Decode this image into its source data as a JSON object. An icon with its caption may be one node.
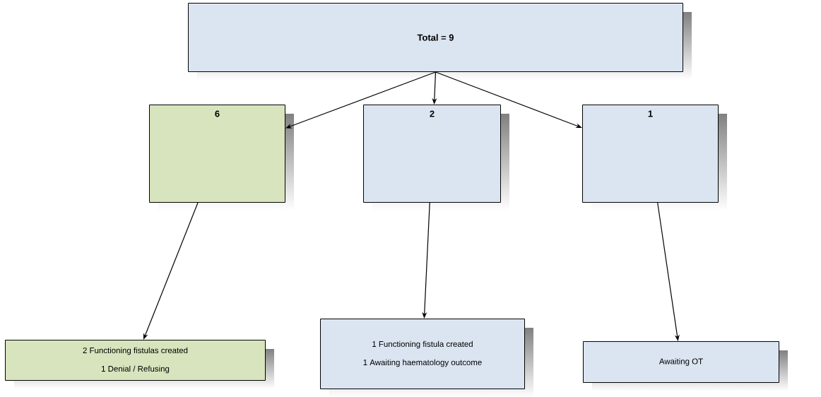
{
  "diagram": {
    "nodes": [
      {
        "text": [
          "Total = 9"
        ]
      },
      {
        "text": [
          "6"
        ]
      },
      {
        "text": [
          "2"
        ]
      },
      {
        "text": [
          "1"
        ]
      },
      {
        "text": [
          "2 Functioning fistulas created",
          "1 Denial / Refusing"
        ]
      },
      {
        "text": [
          "1 Functioning fistula created",
          "1 Awaiting haematology outcome"
        ]
      },
      {
        "text": [
          "Awaiting OT"
        ]
      }
    ],
    "edges": [
      {
        "from": 0,
        "to": 1,
        "arrow": "to"
      },
      {
        "from": 0,
        "to": 2,
        "arrow": "to"
      },
      {
        "from": 0,
        "to": 3,
        "arrow": "to"
      },
      {
        "from": 1,
        "to": 4,
        "arrow": "to"
      },
      {
        "from": 2,
        "to": 5,
        "arrow": "to"
      },
      {
        "from": 3,
        "to": 6,
        "arrow": "to"
      }
    ]
  }
}
